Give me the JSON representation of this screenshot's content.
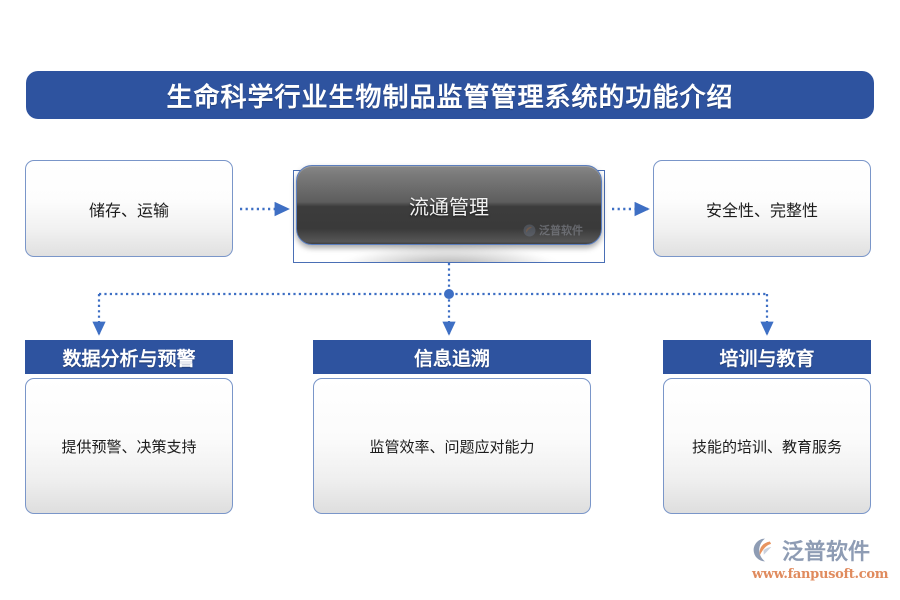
{
  "title": {
    "text": "生命科学行业生物制品监管管理系统的功能介绍",
    "bg_color": "#2E539F",
    "text_color": "#FFFFFF"
  },
  "top_row": {
    "left_box": {
      "label": "储存、运输"
    },
    "center_box": {
      "label": "流通管理",
      "watermark": "泛普软件"
    },
    "right_box": {
      "label": "安全性、完整性"
    }
  },
  "columns": [
    {
      "header": "数据分析与预警",
      "body": "提供预警、决策支持"
    },
    {
      "header": "信息追溯",
      "body": "监管效率、问题应对能力"
    },
    {
      "header": "培训与教育",
      "body": "技能的培训、教育服务"
    }
  ],
  "connector": {
    "color": "#3E6FC4",
    "style": "dotted-arrow"
  },
  "footer": {
    "brand": "泛普软件",
    "url": "www.fanpusoft.com",
    "brand_color": "#8E9CB4",
    "url_color": "#E08B5E"
  }
}
